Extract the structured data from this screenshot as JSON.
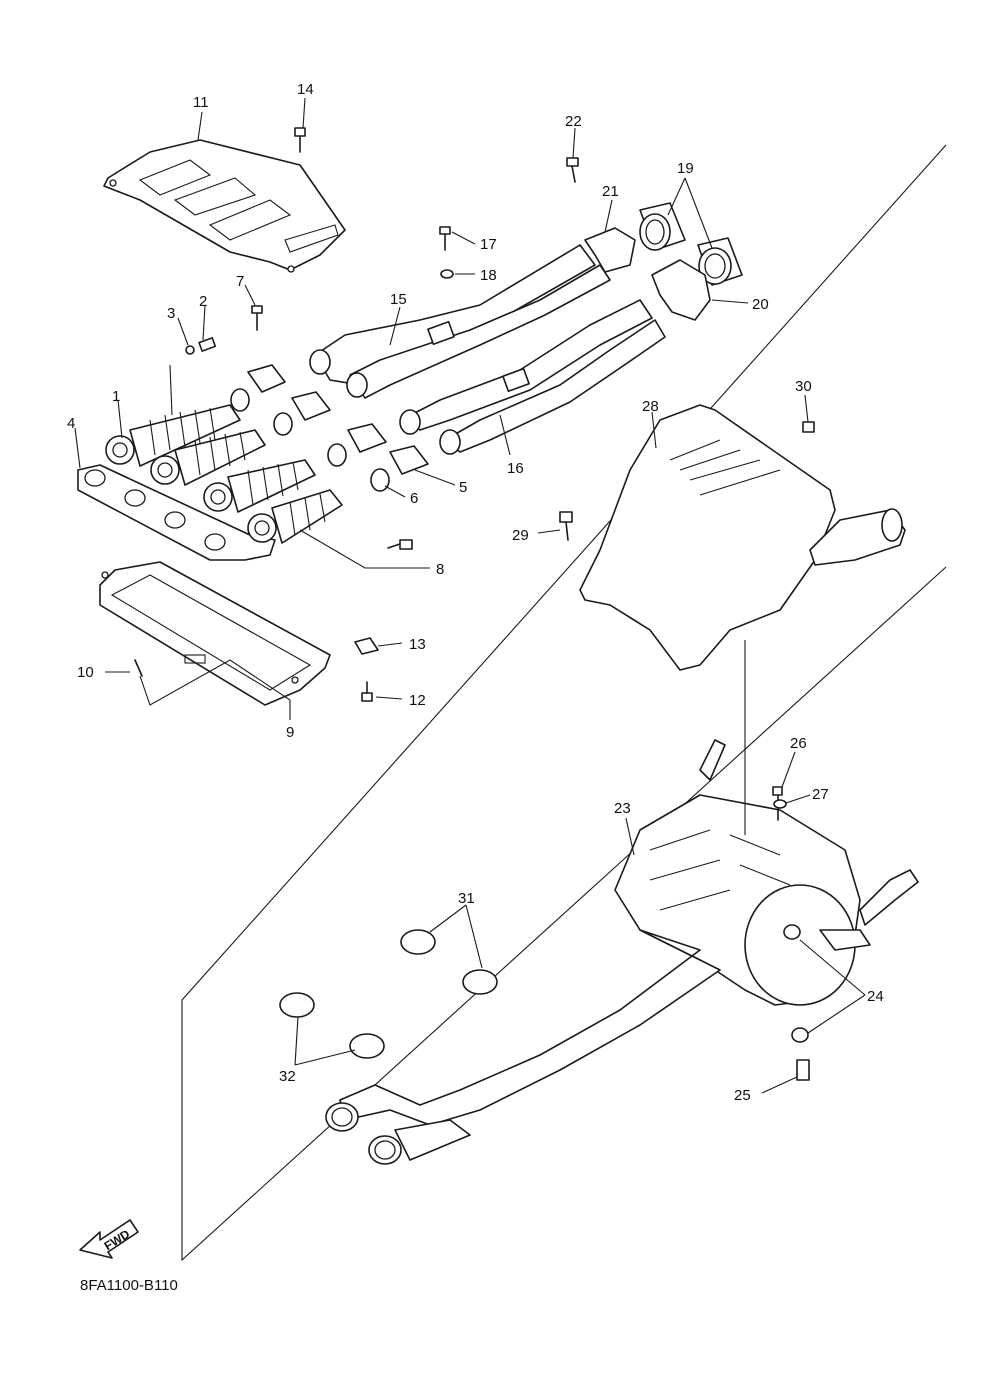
{
  "diagram_code": "8FA1100-B110",
  "fwd_label": "FWD",
  "callouts": {
    "c1": "1",
    "c2": "2",
    "c3": "3",
    "c4": "4",
    "c5": "5",
    "c6": "6",
    "c7": "7",
    "c8": "8",
    "c9": "9",
    "c10": "10",
    "c11": "11",
    "c12": "12",
    "c13": "13",
    "c14": "14",
    "c15": "15",
    "c16": "16",
    "c17": "17",
    "c18": "18",
    "c19": "19",
    "c20": "20",
    "c21": "21",
    "c22": "22",
    "c23": "23",
    "c24": "24",
    "c25": "25",
    "c26": "26",
    "c27": "27",
    "c28": "28",
    "c29": "29",
    "c30": "30",
    "c31": "31",
    "c32": "32"
  }
}
